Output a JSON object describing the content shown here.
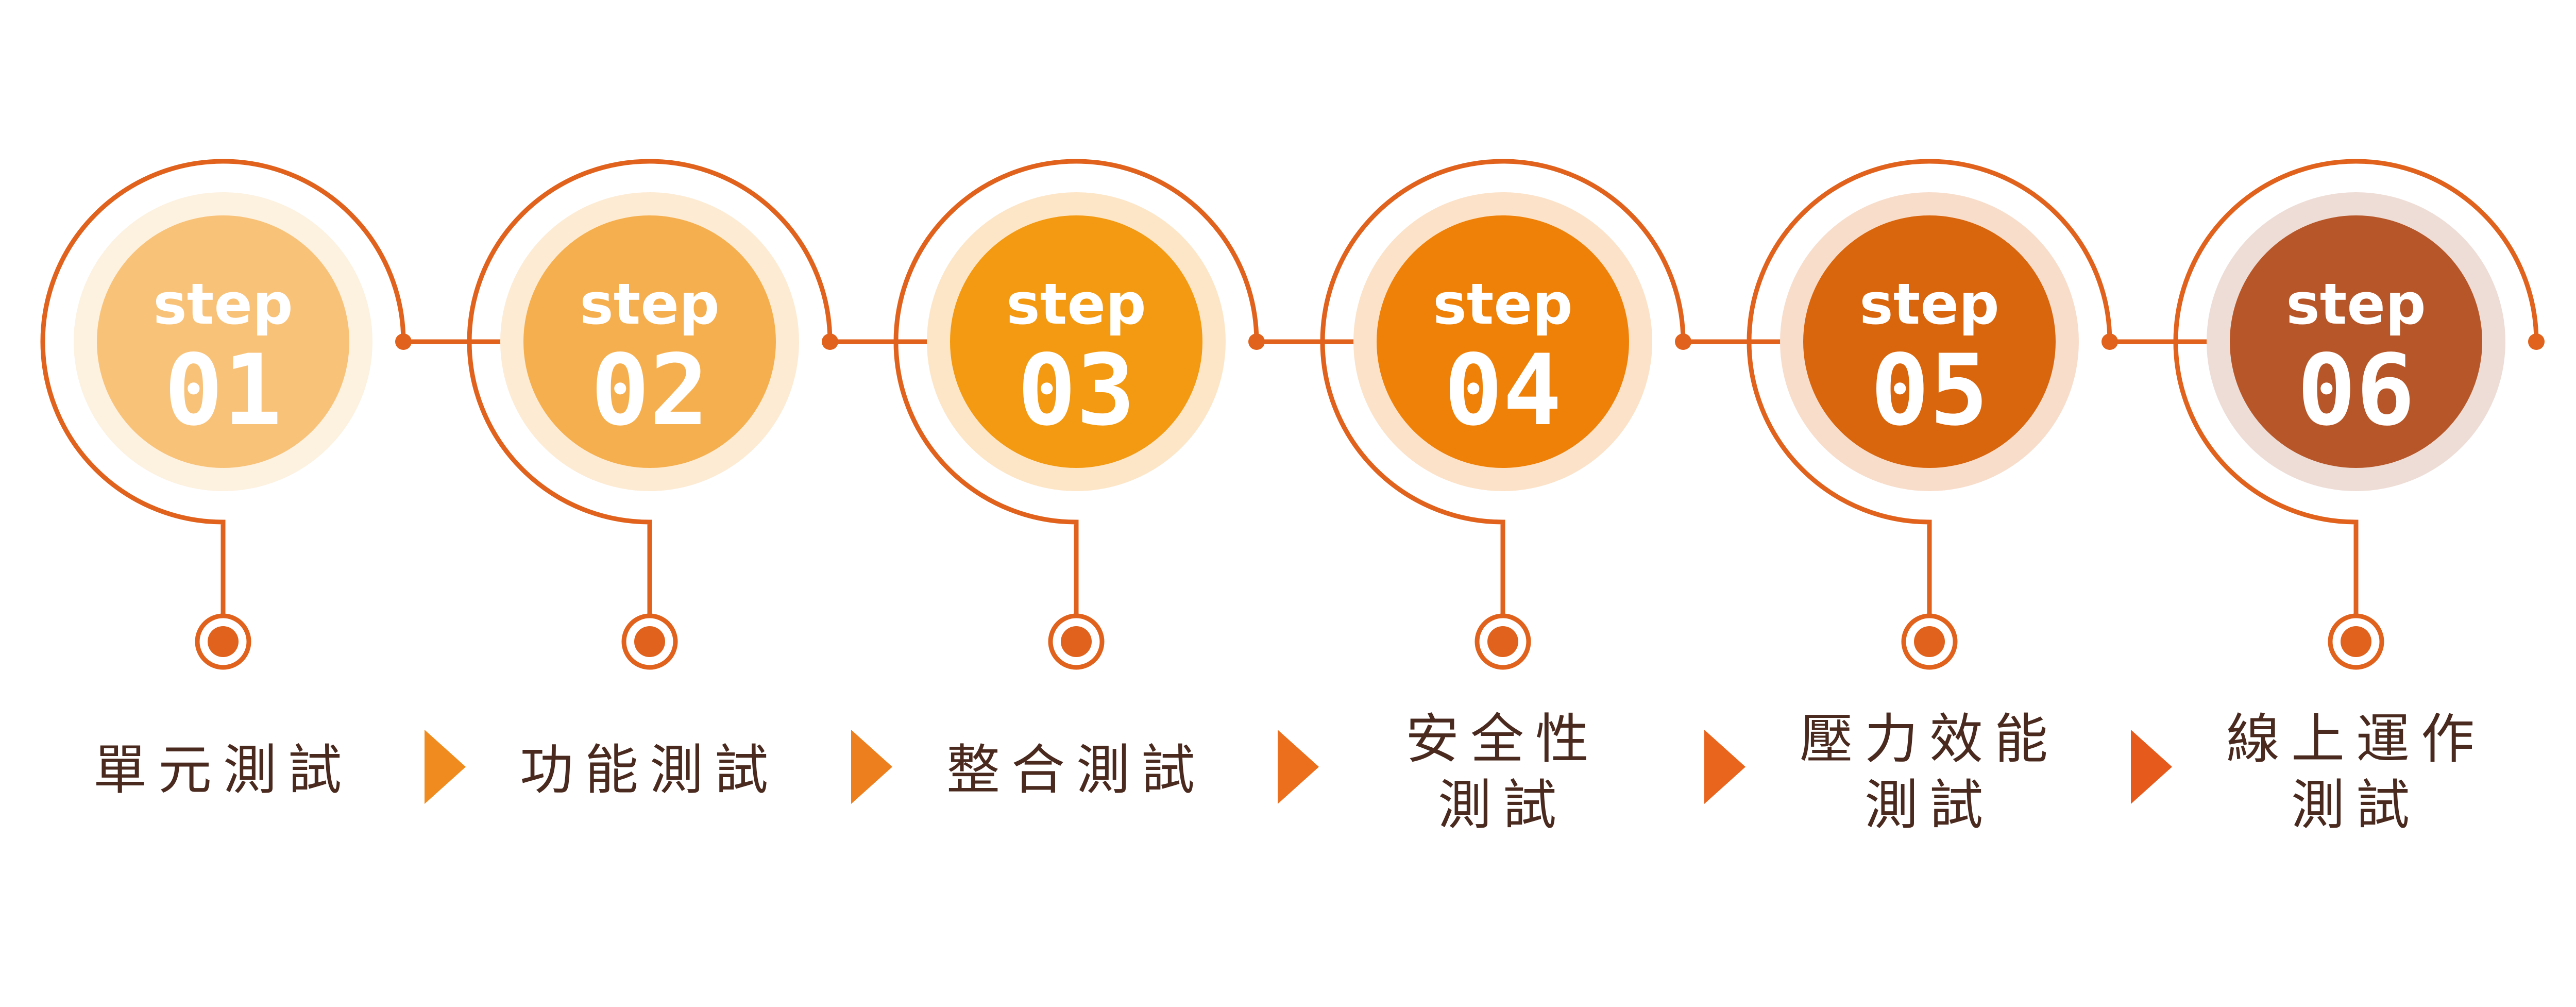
{
  "steps": [
    {
      "word": "step",
      "number": "01",
      "label_lines": [
        "單元測試"
      ],
      "fill": "#F8C279",
      "halo": "#FDF1E0",
      "arrow": "#F08C1F"
    },
    {
      "word": "step",
      "number": "02",
      "label_lines": [
        "功能測試"
      ],
      "fill": "#F6AF4E",
      "halo": "#FDEBD4",
      "arrow": "#EE7F1E"
    },
    {
      "word": "step",
      "number": "03",
      "label_lines": [
        "整合測試"
      ],
      "fill": "#F39A12",
      "halo": "#FDE6C8",
      "arrow": "#EB6F1C"
    },
    {
      "word": "step",
      "number": "04",
      "label_lines": [
        "安全性",
        "測試"
      ],
      "fill": "#EF8108",
      "halo": "#FCE2C8",
      "arrow": "#E9641C"
    },
    {
      "word": "step",
      "number": "05",
      "label_lines": [
        "壓力效能",
        "測試"
      ],
      "fill": "#D9650C",
      "halo": "#F8DDCB",
      "arrow": "#E65A1C"
    },
    {
      "word": "step",
      "number": "06",
      "label_lines": [
        "線上運作",
        "測試"
      ],
      "fill": "#B75729",
      "halo": "#EEDDD6"
    }
  ],
  "colors": {
    "connector": "#E0621C",
    "ring": "#E0621C",
    "label_text": "#4A2A1F"
  }
}
